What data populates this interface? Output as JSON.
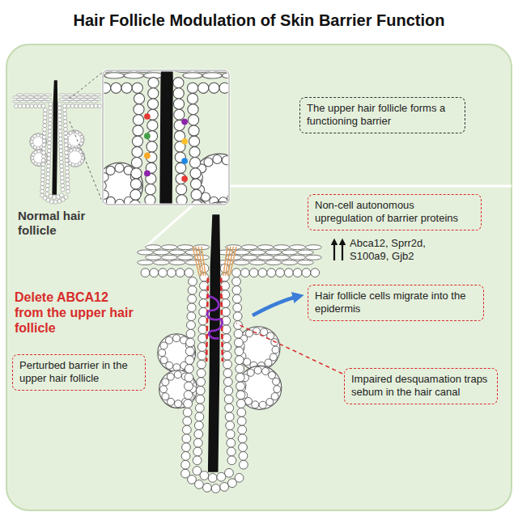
{
  "diagram": {
    "title": "Hair Follicle Modulation of Skin Barrier Function",
    "nodes": [
      {
        "text": [
          "The upper hair follicle forms a functioning barrier"
        ]
      },
      {
        "text": [
          "Non-cell autonomous upregulation of barrier proteins"
        ]
      },
      {
        "text": [
          "Hair follicle cells migrate into the epidermis"
        ]
      },
      {
        "text": [
          "Perturbed barrier in the upper hair follicle"
        ]
      },
      {
        "text": [
          "Impaired desquamation traps sebum in the hair canal"
        ]
      }
    ],
    "labels": [
      "Normal hair follicle",
      "Delete ABCA12 from the upper hair follicle",
      "Abca12, Sprr2d, S100a9, Gjb2"
    ]
  }
}
